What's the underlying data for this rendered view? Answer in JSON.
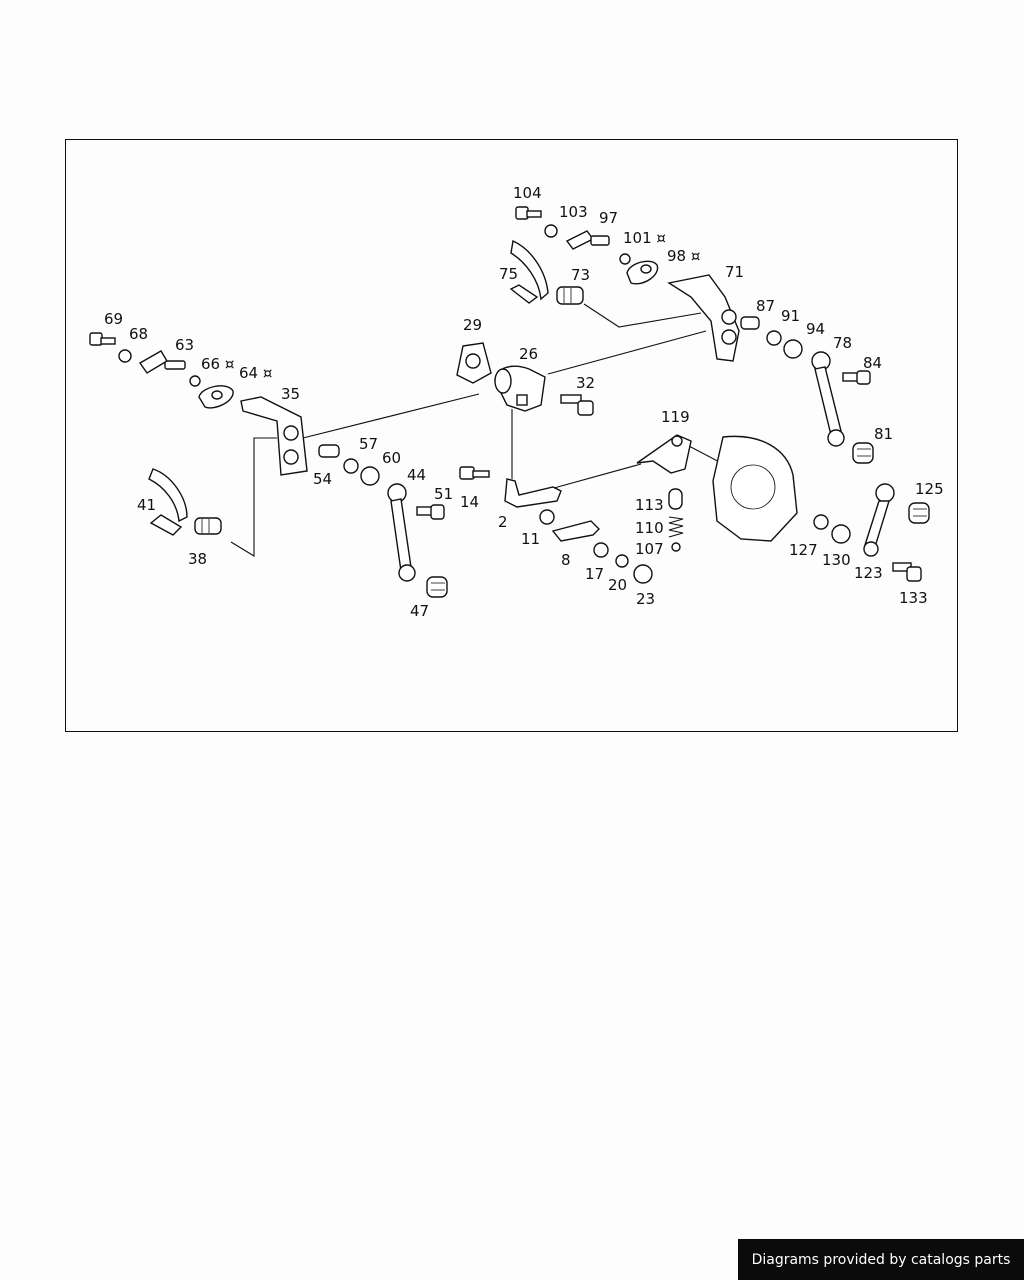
{
  "diagram": {
    "callouts": [
      {
        "id": "104",
        "text": "104"
      },
      {
        "id": "103",
        "text": "103"
      },
      {
        "id": "97",
        "text": "97"
      },
      {
        "id": "101",
        "text": "101 ¤"
      },
      {
        "id": "98",
        "text": "98 ¤"
      },
      {
        "id": "75",
        "text": "75"
      },
      {
        "id": "73",
        "text": "73"
      },
      {
        "id": "71",
        "text": "71"
      },
      {
        "id": "29",
        "text": "29"
      },
      {
        "id": "26",
        "text": "26"
      },
      {
        "id": "32",
        "text": "32"
      },
      {
        "id": "87",
        "text": "87"
      },
      {
        "id": "91",
        "text": "91"
      },
      {
        "id": "94",
        "text": "94"
      },
      {
        "id": "78",
        "text": "78"
      },
      {
        "id": "84",
        "text": "84"
      },
      {
        "id": "81",
        "text": "81"
      },
      {
        "id": "69",
        "text": "69"
      },
      {
        "id": "68",
        "text": "68"
      },
      {
        "id": "63",
        "text": "63"
      },
      {
        "id": "66",
        "text": "66 ¤"
      },
      {
        "id": "64",
        "text": "64 ¤"
      },
      {
        "id": "35",
        "text": "35"
      },
      {
        "id": "41",
        "text": "41"
      },
      {
        "id": "38",
        "text": "38"
      },
      {
        "id": "54",
        "text": "54"
      },
      {
        "id": "57",
        "text": "57"
      },
      {
        "id": "60",
        "text": "60"
      },
      {
        "id": "44",
        "text": "44"
      },
      {
        "id": "51",
        "text": "51"
      },
      {
        "id": "47",
        "text": "47"
      },
      {
        "id": "14",
        "text": "14"
      },
      {
        "id": "119",
        "text": "119"
      },
      {
        "id": "2",
        "text": "2"
      },
      {
        "id": "11",
        "text": "11"
      },
      {
        "id": "8",
        "text": "8"
      },
      {
        "id": "17",
        "text": "17"
      },
      {
        "id": "20",
        "text": "20"
      },
      {
        "id": "23",
        "text": "23"
      },
      {
        "id": "113",
        "text": "113"
      },
      {
        "id": "110",
        "text": "110"
      },
      {
        "id": "107",
        "text": "107"
      },
      {
        "id": "125",
        "text": "125"
      },
      {
        "id": "127",
        "text": "127"
      },
      {
        "id": "130",
        "text": "130"
      },
      {
        "id": "123",
        "text": "123"
      },
      {
        "id": "133",
        "text": "133"
      }
    ]
  },
  "footer": {
    "credit": "Diagrams provided by catalogs parts"
  }
}
